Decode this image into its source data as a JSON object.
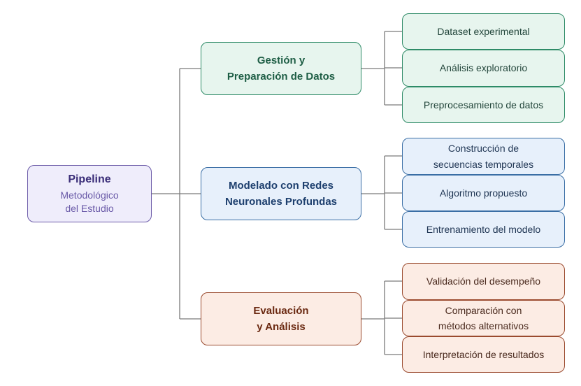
{
  "root": {
    "title": "Pipeline",
    "subtitle_line1": "Metodológico",
    "subtitle_line2": "del Estudio"
  },
  "branches": [
    {
      "line1": "Gestión y",
      "line2": "Preparación de Datos",
      "leaves": [
        {
          "line1": "Dataset experimental"
        },
        {
          "line1": "Análisis exploratorio"
        },
        {
          "line1": "Preprocesamiento de datos"
        }
      ]
    },
    {
      "line1": "Modelado con Redes",
      "line2": "Neuronales Profundas",
      "leaves": [
        {
          "line1": "Construcción de",
          "line2": "secuencias temporales"
        },
        {
          "line1": "Algoritmo propuesto"
        },
        {
          "line1": "Entrenamiento del modelo"
        }
      ]
    },
    {
      "line1": "Evaluación",
      "line2": "y Análisis",
      "leaves": [
        {
          "line1": "Validación del desempeño"
        },
        {
          "line1": "Comparación con",
          "line2": "métodos alternativos"
        },
        {
          "line1": "Interpretación de resultados"
        }
      ]
    }
  ],
  "colors": {
    "root": "#6b5aa8",
    "branch1": "#2e8b67",
    "branch2": "#3a6ea5",
    "branch3": "#9a4a2e",
    "connector": "#7a7a7a"
  }
}
